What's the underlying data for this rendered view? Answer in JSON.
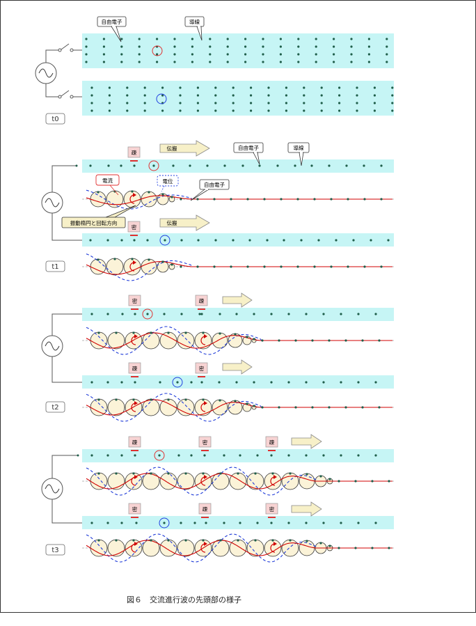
{
  "caption": "図６　交流進行波の先頭部の様子",
  "labels": {
    "free_electron": "自由電子",
    "conductor": "導線",
    "current": "電流",
    "potential": "電位",
    "vibration": "振動楕円と回転方向",
    "propagation": "伝搬",
    "sparse": "疎",
    "dense": "密"
  },
  "panels": [
    {
      "time": "t0"
    },
    {
      "time": "t1"
    },
    {
      "time": "t2"
    },
    {
      "time": "t3"
    }
  ],
  "colors": {
    "conductor_band": "#c6f5f5",
    "electron_dot": "#1f5e4a",
    "marker_top": "#e03030",
    "marker_bottom": "#2040e0",
    "current_wave": "#d00000",
    "potential_wave": "#1e3ad8",
    "ellipse_fill": "#fbf3d8",
    "tag_fill": "#f7d3d3",
    "arrow_fill": "#f7f0c8"
  },
  "icons": [
    "ac-source-icon",
    "switch-icon",
    "propagation-arrow-icon",
    "rotation-arrow-icon"
  ]
}
